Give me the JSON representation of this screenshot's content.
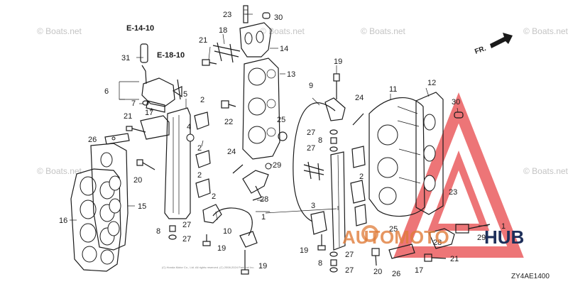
{
  "watermarks": [
    "© Boats.net",
    "© Boats.net",
    "© Boats.net",
    "© Boats.net",
    "© Boats.net"
  ],
  "refs": {
    "e14": "E-14-10",
    "e18": "E-18-10"
  },
  "direction": "FR.",
  "diagram_code": "ZY4AE1400",
  "logo": {
    "auto": "AUTOMOTO",
    "hub": "HUB"
  },
  "copyright": "(C) Honda Motor Co., Ltd. All rights reserved. (C) 2008-2024 Partsnet Inc.",
  "logo_colors": {
    "triangle": "#e8474a",
    "hub": "#1e2f5a",
    "auto": "#e07d3a"
  },
  "callouts": {
    "c1a": "1",
    "c1b": "1",
    "c2a": "2",
    "c2b": "2",
    "c2c": "2",
    "c2d": "2",
    "c2e": "2",
    "c3": "3",
    "c4": "4",
    "c5": "5",
    "c6": "6",
    "c7": "7",
    "c8a": "8",
    "c8b": "8",
    "c8c": "8",
    "c10": "10",
    "c11": "11",
    "c12": "12",
    "c13": "13",
    "c14": "14",
    "c15": "15",
    "c16": "16",
    "c17a": "17",
    "c17b": "17",
    "c18": "18",
    "c19a": "19",
    "c19b": "19",
    "c19c": "19",
    "c19d": "19",
    "c20a": "20",
    "c20b": "20",
    "c21a": "21",
    "c21b": "21",
    "c21c": "21",
    "c22": "22",
    "c23a": "23",
    "c23b": "23",
    "c24a": "24",
    "c24b": "24",
    "c25a": "25",
    "c25b": "25",
    "c26a": "26",
    "c26b": "26",
    "c27a": "27",
    "c27b": "27",
    "c27c": "27",
    "c27d": "27",
    "c27e": "27",
    "c27f": "27",
    "c28a": "28",
    "c28b": "28",
    "c29a": "29",
    "c29b": "29",
    "c30a": "30",
    "c30b": "30",
    "c31": "31"
  }
}
